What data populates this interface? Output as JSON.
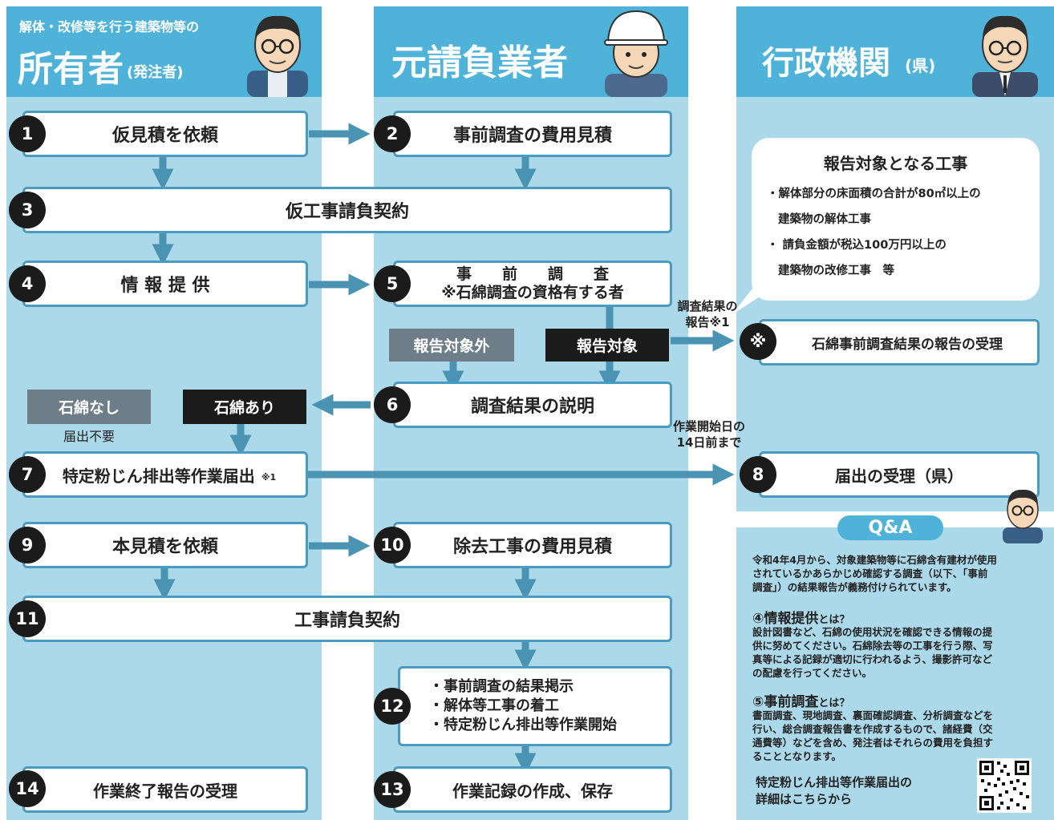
{
  "columns": {
    "owner": {
      "pre_title": "解体・改修等を行う建築物等の",
      "title": "所有者",
      "sub": "(発注者)"
    },
    "contractor": {
      "title": "元請負業者"
    },
    "gov": {
      "title": "行政機関",
      "sub": "(県)"
    }
  },
  "steps": {
    "s1": {
      "num": "1",
      "label": "仮見積を依頼"
    },
    "s2": {
      "num": "2",
      "label": "事前調査の費用見積"
    },
    "s3": {
      "num": "3",
      "label": "仮工事請負契約"
    },
    "s4": {
      "num": "4",
      "label": "情 報 提 供"
    },
    "s5": {
      "num": "5",
      "line1": "事　　前　　調　　査",
      "line2": "※石綿調査の資格有する者"
    },
    "s6": {
      "num": "6",
      "label": "調査結果の説明"
    },
    "s7": {
      "num": "7",
      "label": "特定粉じん排出等作業届出",
      "note": "※1"
    },
    "s8": {
      "num": "8",
      "label": "届出の受理（県）"
    },
    "s9": {
      "num": "9",
      "label": "本見積を依頼"
    },
    "s10": {
      "num": "10",
      "label": "除去工事の費用見積"
    },
    "s11": {
      "num": "11",
      "label": "工事請負契約"
    },
    "s12": {
      "num": "12",
      "items": [
        "・事前調査の結果掲示",
        "・解体等工事の着工",
        "・特定粉じん排出等作業開始"
      ]
    },
    "s13": {
      "num": "13",
      "label": "作業記録の作成、保存"
    },
    "s14": {
      "num": "14",
      "label": "作業終了報告の受理"
    },
    "sx": {
      "num": "※",
      "label": "石綿事前調査結果の報告の受理"
    }
  },
  "tags": {
    "not_target": "報告対象外",
    "target": "報告対象",
    "no_asbestos": "石綿なし",
    "no_notice": "届出不要",
    "asbestos": "石綿あり"
  },
  "notes": {
    "report": [
      "調査結果の",
      "報告※1"
    ],
    "deadline": [
      "作業開始日の",
      "14日前まで"
    ]
  },
  "bubble": {
    "title": "報告対象となる工事",
    "lines": [
      "・解体部分の床面積の合計が80㎡以上の",
      "建築物の解体工事",
      "・ 請負金額が税込100万円以上の",
      "建築物の改修工事　等"
    ]
  },
  "qa": {
    "title": "Q&A",
    "intro": [
      "令和4年4月から、対象建築物等に石綿含有建材が使用",
      "されているかあらかじめ確認する調査（以下、「事前",
      "調査」）の結果報告が義務付けられています。"
    ],
    "q4_title": "④情報提供",
    "q4_suffix": "とは？",
    "q4_text": [
      "設計図書など、石綿の使用状況を確認できる情報の提",
      "供に努めてください。石綿除去等の工事を行う際、写",
      "真等による記録が適切に行われるよう、撮影許可など",
      "の配慮を行ってください。"
    ],
    "q5_title": "⑤事前調査",
    "q5_suffix": "とは？",
    "q5_text": [
      "書面調査、現地調査、裏面確認調査、分析調査などを",
      "行い、総合調査報告書を作成するもので、諸経費（交",
      "通費等）などを含め、発注者はそれらの費用を負担す",
      "ることとなります。"
    ],
    "footer": [
      "特定粉じん排出等作業届出の",
      "詳細はこちらから"
    ]
  },
  "colors": {
    "col_bg": "#abd9ea",
    "head_bg": "#4fb3d9",
    "arrow": "#4a93b3",
    "box_border": "#4a9bbf",
    "tag_gray": "#6e7e88",
    "tag_black": "#1b1b1b"
  }
}
